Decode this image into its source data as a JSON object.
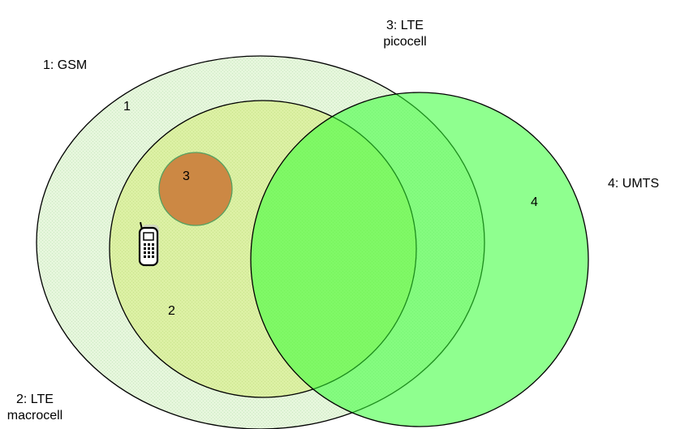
{
  "colors": {
    "gsm_fill": "#e8f5e0",
    "lte_macro_fill": "#dcf0a6",
    "lte_pico_fill": "#cc8a4a",
    "umts_fill": "#66ff66",
    "outline": "#000000"
  },
  "cells": [
    {
      "id": "1",
      "label_inside": "1",
      "caption": "1: GSM"
    },
    {
      "id": "2",
      "label_inside": "2",
      "caption_line1": "2: LTE",
      "caption_line2": "macrocell"
    },
    {
      "id": "3",
      "label_inside": "3",
      "caption_line1": "3: LTE",
      "caption_line2": "picocell"
    },
    {
      "id": "4",
      "label_inside": "4",
      "caption": "4: UMTS"
    }
  ],
  "device": {
    "icon": "mobile-phone-icon"
  }
}
